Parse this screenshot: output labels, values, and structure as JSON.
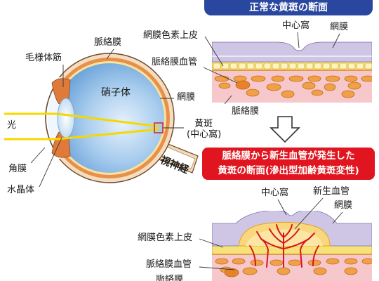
{
  "eye_labels": {
    "ciliary_muscle": "毛様体筋",
    "choroid": "脈絡膜",
    "vitreous": "硝子体",
    "retina": "網膜",
    "light": "光",
    "macula": "黄斑",
    "fovea_paren": "(中心窩)",
    "cornea": "角膜",
    "lens": "水晶体",
    "optic_nerve": "視神経"
  },
  "normal_panel": {
    "title": "正常な黄斑の断面",
    "fovea": "中心窩",
    "retina": "網膜",
    "rpe": "網膜色素上皮",
    "choroid_vessel": "脈絡膜血管",
    "choroid": "脈絡膜"
  },
  "wet_panel": {
    "title_line1": "脈絡膜から新生血管が発生した",
    "title_line2": "黄斑の断面(滲出型加齢黄斑変性)",
    "fovea": "中心窩",
    "new_vessel": "新生血管",
    "retina": "網膜",
    "rpe": "網膜色素上皮",
    "choroid_vessel": "脈絡膜血管",
    "choroid": "脈絡膜"
  },
  "colors": {
    "title_blue": "#2a47a0",
    "title_red": "#e0151f",
    "vitreous_blue": "#6fa8dc",
    "choroid_orange": "#e8904a",
    "light_yellow": "#f5d800",
    "retina_purple": "#cfc6e6",
    "rpe_yellow": "#f7e27a",
    "vessel_orange": "#f0a046",
    "choroid_pink": "#f6c8cc",
    "new_vessel_red": "#d8141e"
  }
}
